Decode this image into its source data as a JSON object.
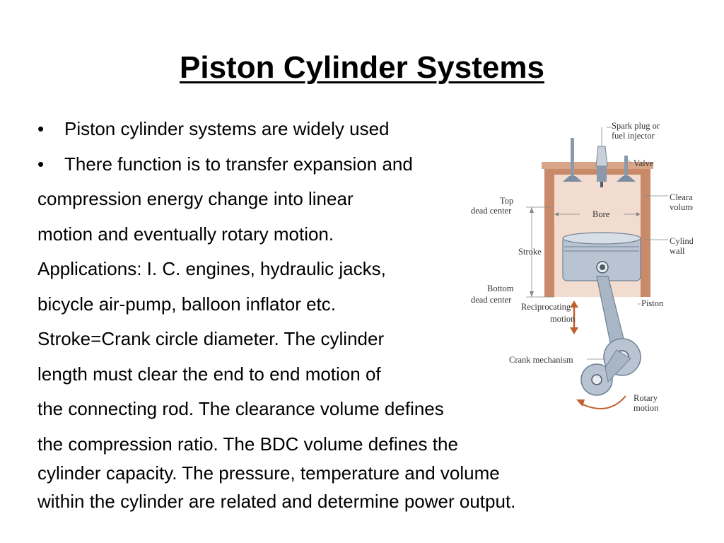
{
  "slide": {
    "title": "Piston Cylinder Systems",
    "bullets": [
      "Piston cylinder systems are widely used",
      "There function is to transfer expansion and"
    ],
    "paragraph_lines": [
      "compression energy change into linear",
      "motion and eventually rotary motion.",
      "Applications: I. C. engines, hydraulic jacks,",
      "bicycle air-pump, balloon inflator etc.",
      "Stroke=Crank circle diameter.  The cylinder",
      "length must clear the end to end motion of",
      "the connecting rod.  The clearance volume defines",
      "the compression ratio.  The BDC volume defines the"
    ],
    "tight_lines": [
      "cylinder capacity. The pressure, temperature and volume",
      "within the cylinder are related and determine power output."
    ]
  },
  "diagram": {
    "labels": {
      "spark_plug_1": "Spark plug or",
      "spark_plug_2": "fuel injector",
      "valve": "Valve",
      "top_1": "Top",
      "top_2": "dead center",
      "clearance_1": "Clearance",
      "clearance_2": "volume",
      "bore": "Bore",
      "stroke": "Stroke",
      "cylinder_wall_1": "Cylinder",
      "cylinder_wall_2": "wall",
      "bottom_1": "Bottom",
      "bottom_2": "dead center",
      "reciprocating_1": "Reciprocating",
      "reciprocating_2": "motion",
      "piston": "Piston",
      "crank": "Crank mechanism",
      "rotary_1": "Rotary",
      "rotary_2": "motion"
    },
    "colors": {
      "cylinder_wall": "#c98a6a",
      "cylinder_interior": "#f2dccf",
      "metal": "#b8c4d2",
      "metal_dark": "#6f8194",
      "arrow": "#c0602f"
    }
  }
}
